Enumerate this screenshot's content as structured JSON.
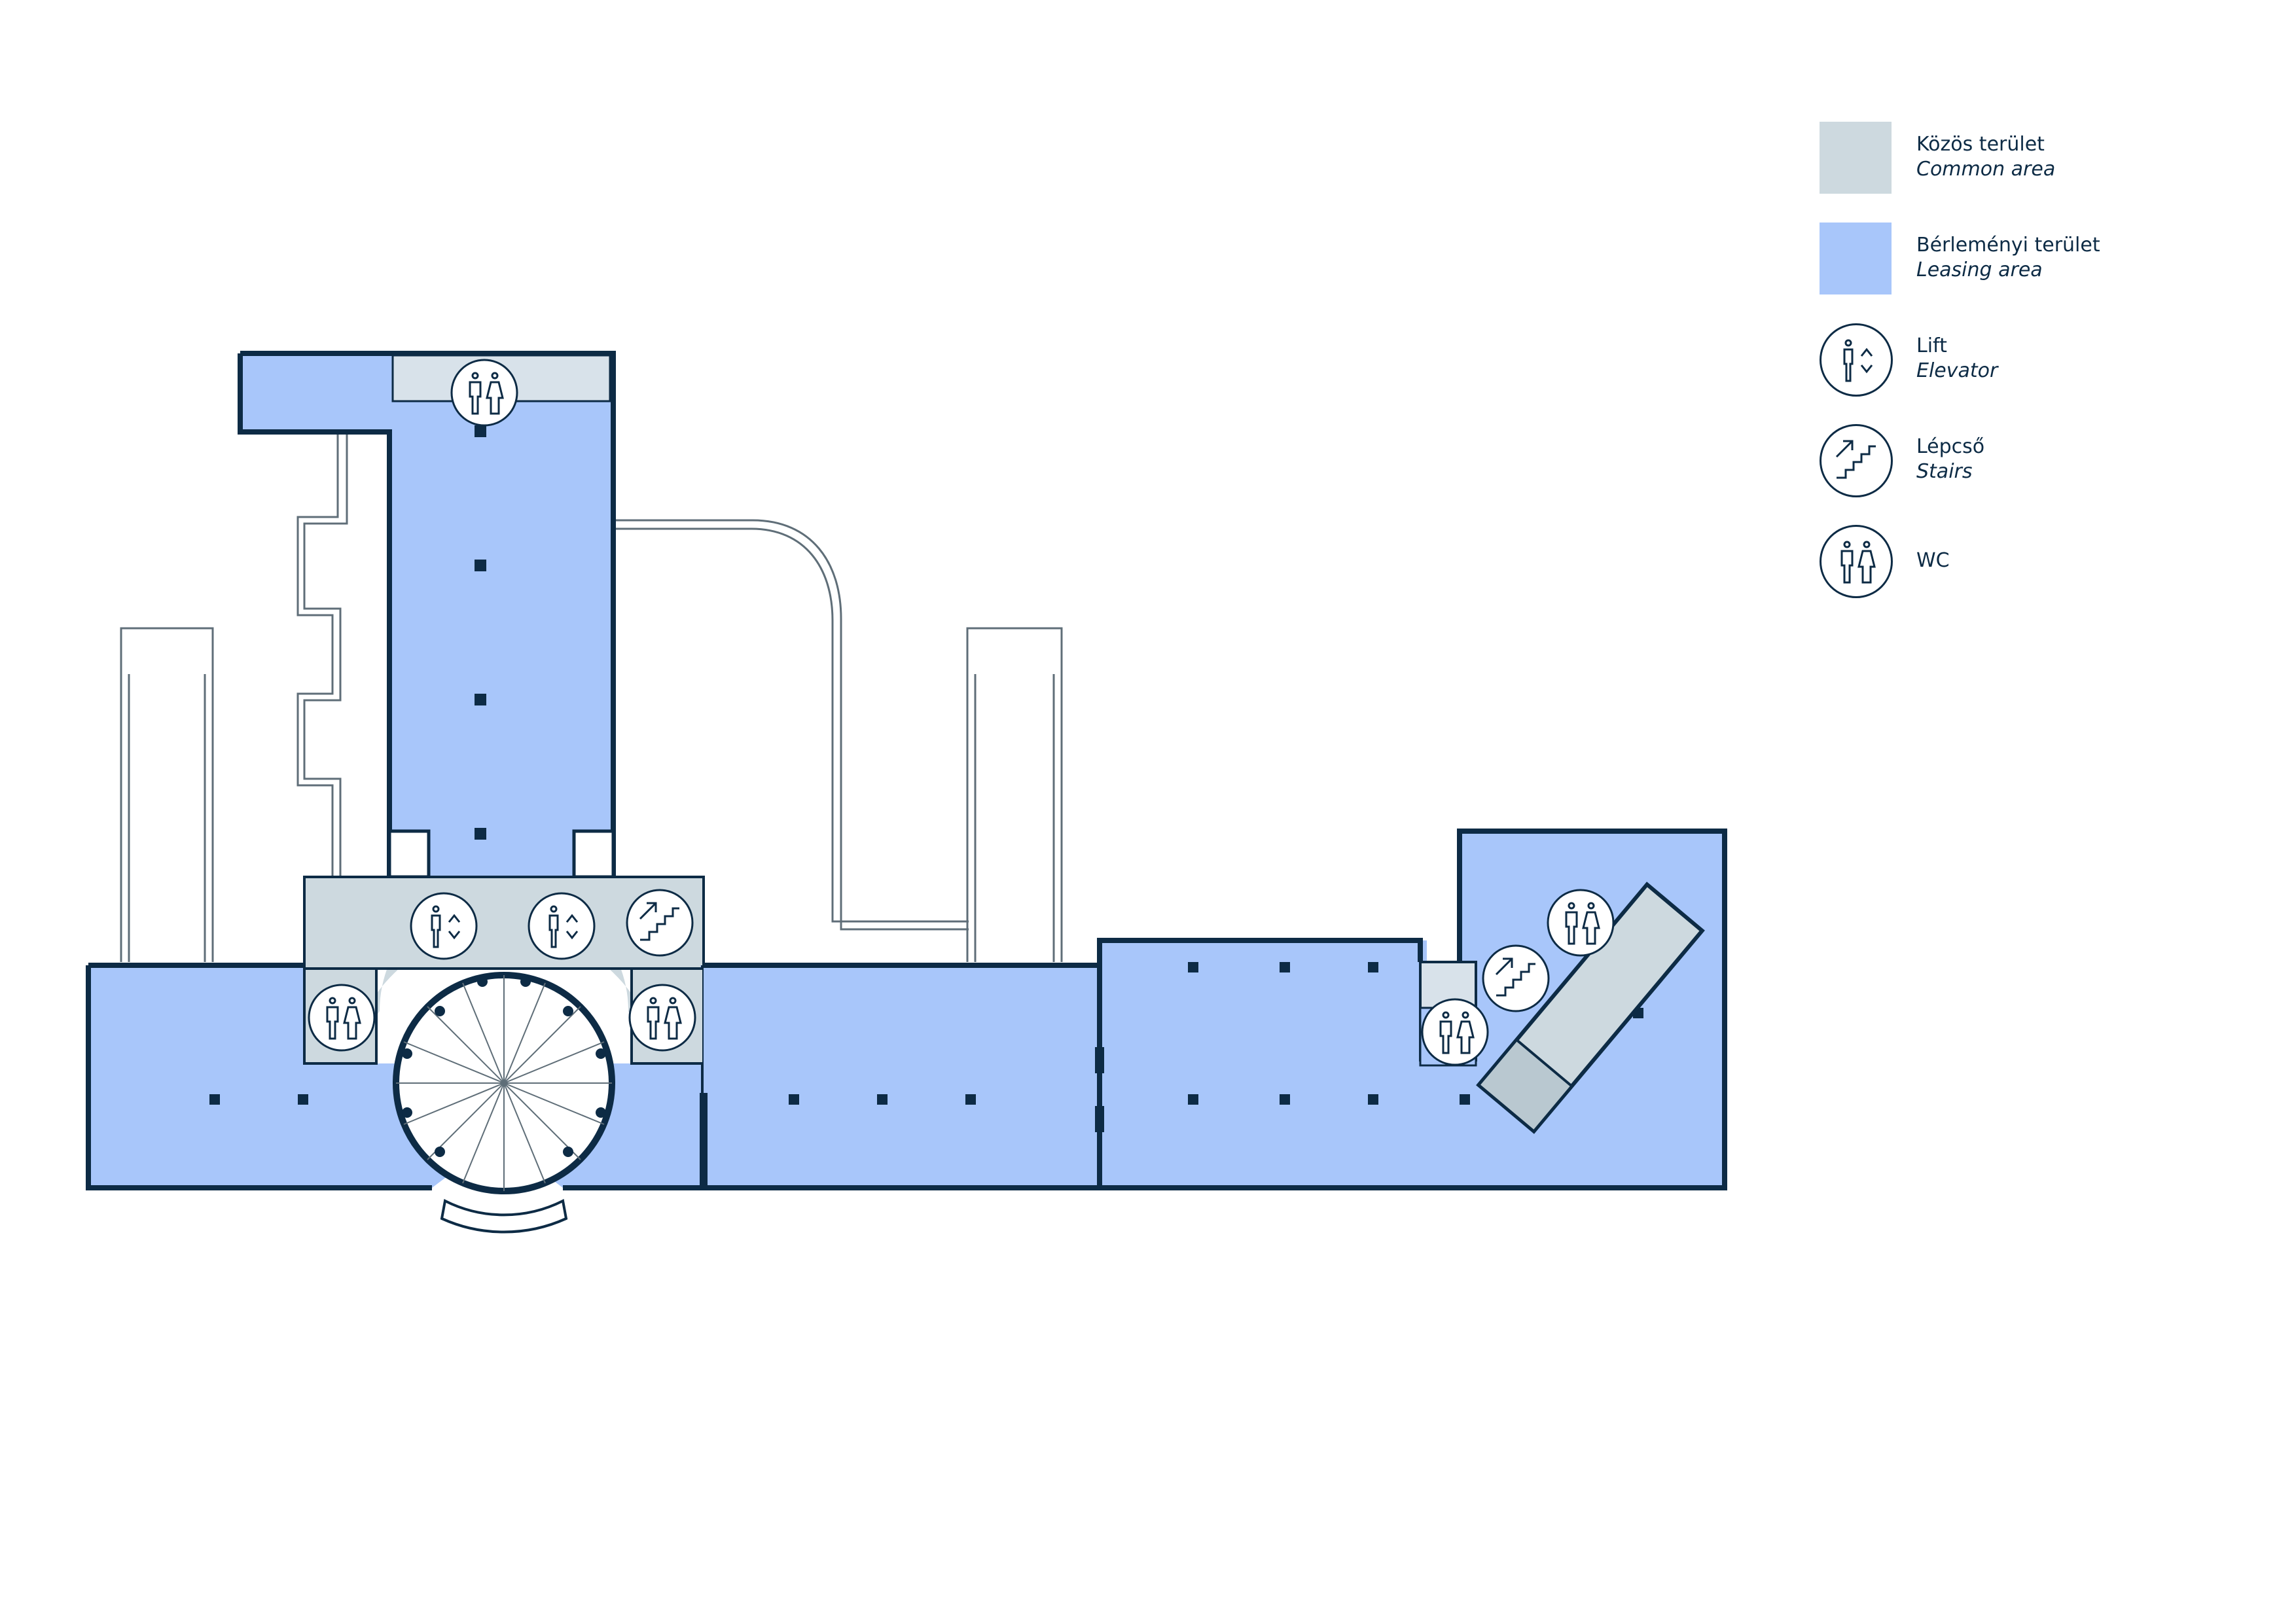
{
  "colors": {
    "common_area": "#cdd9df",
    "leasing_area": "#a8c6fa",
    "wall": "#0d2b45",
    "outline": "#5f6e78"
  },
  "legend": {
    "items": [
      {
        "hu": "Közös terület",
        "en": "Common area",
        "kind": "swatch",
        "color_key": "common_area"
      },
      {
        "hu": "Bérleményi terület",
        "en": "Leasing area",
        "kind": "swatch",
        "color_key": "leasing_area"
      },
      {
        "hu": "Lift",
        "en": "Elevator",
        "kind": "icon",
        "icon": "elevator-icon"
      },
      {
        "hu": "Lépcső",
        "en": "Stairs",
        "kind": "icon",
        "icon": "stairs-icon"
      },
      {
        "hu": "WC",
        "en": "",
        "kind": "icon",
        "icon": "wc-icon"
      }
    ]
  }
}
